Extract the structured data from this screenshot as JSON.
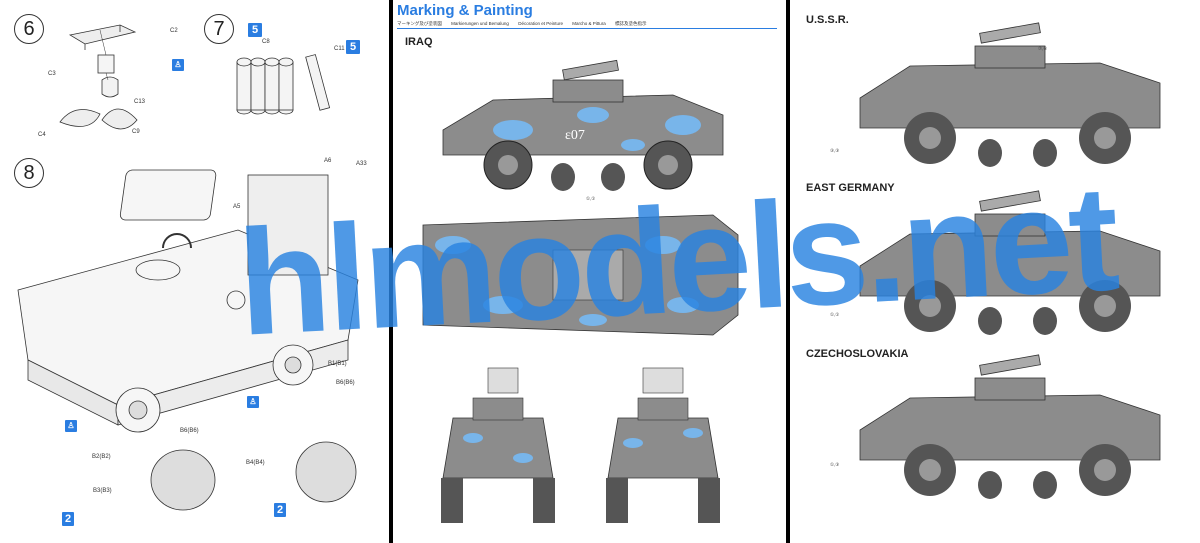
{
  "steps": {
    "s6": "6",
    "s7": "7",
    "s8": "8"
  },
  "assembly_parts": {
    "c2": "C2",
    "c3": "C3",
    "c13": "C13",
    "c4": "C4",
    "c9": "C9",
    "c8": "C8",
    "c11": "C11",
    "a6": "A6",
    "a33": "A33",
    "a5": "A5",
    "b1": "B1(B1)",
    "b6a": "B6(B6)",
    "b6b": "B6(B6)",
    "b2": "B2(B2)",
    "b3": "B3(B3)",
    "b4": "B4(B4)"
  },
  "part_badges": {
    "p5a": "5",
    "p5b": "5",
    "p2a": "2",
    "p2b": "2"
  },
  "painting": {
    "title": "Marking & Painting",
    "subtitle_items": [
      "マーキング及び塗装図",
      "Markierungen und Bemalung",
      "Décoration et Peinture",
      "Marcho & Pittura",
      "標誌及塗色指示"
    ],
    "iraq": "IRAQ",
    "hull_number": "ε07"
  },
  "variants": {
    "ussr": "U.S.S.R.",
    "east_germany": "EAST GERMANY",
    "czech": "CZECHOSLOVAKIA"
  },
  "callout_refs": {
    "r1": "①,①",
    "r2": "③,③",
    "r3": "①,①",
    "r4": "①,③",
    "r5": "⑦,⑥"
  },
  "watermark": "hlmodels.net",
  "colors": {
    "accent_blue": "#2a7de1",
    "camo_blue": "#78b5ea",
    "hull_gray": "#8c8c8c",
    "divider": "#000000"
  }
}
